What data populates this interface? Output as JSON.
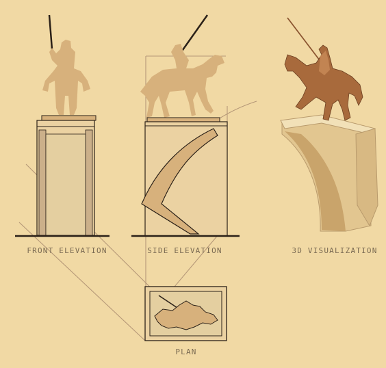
{
  "labels": {
    "front": "FRONT ELEVATION",
    "side": "SIDE ELEVATION",
    "viz": "3D VISUALIZATION",
    "plan": "PLAN"
  },
  "colors": {
    "background": "#f1d9a4",
    "silhouette": "#d7b17c",
    "pedestal_fill": "#ebd2a2",
    "pedestal_inner": "#e4cfa0",
    "pedestal_frame": "#cbb08a",
    "line": "#2b2118",
    "guide_line": "#b59878",
    "statue_bronze": "#a86a3c",
    "stone": "#e2c690"
  }
}
